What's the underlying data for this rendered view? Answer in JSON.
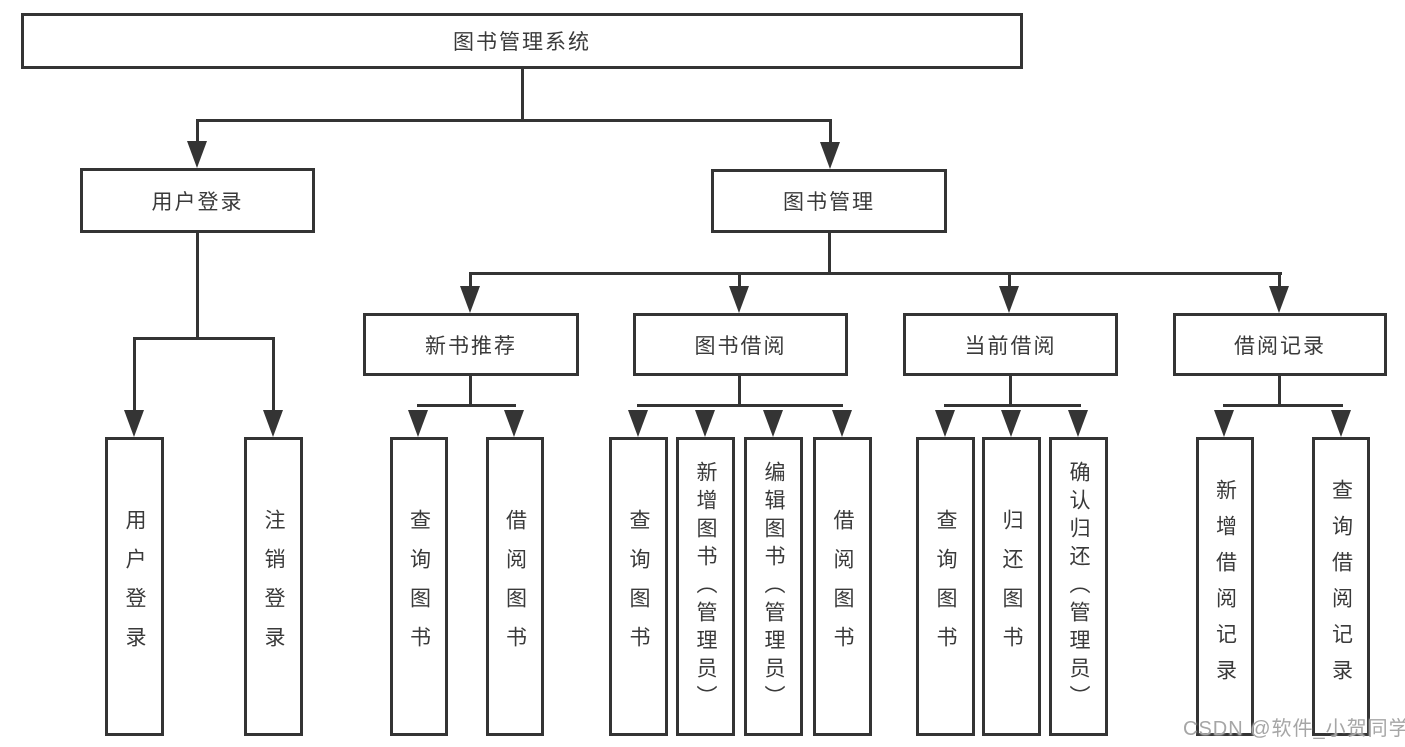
{
  "root": {
    "label": "图书管理系统"
  },
  "level2": {
    "user_login": {
      "label": "用户登录"
    },
    "book_management": {
      "label": "图书管理"
    }
  },
  "level3": {
    "new_book_recommend": {
      "label": "新书推荐"
    },
    "book_borrow": {
      "label": "图书借阅"
    },
    "current_borrow": {
      "label": "当前借阅"
    },
    "borrow_records": {
      "label": "借阅记录"
    }
  },
  "leaves": {
    "user_login": [
      "用户登录",
      "注销登录"
    ],
    "new_book_recommend": [
      "查询图书",
      "借阅图书"
    ],
    "book_borrow": [
      "查询图书",
      "新增图书（管理员）",
      "编辑图书（管理员）",
      "借阅图书"
    ],
    "current_borrow": [
      "查询图书",
      "归还图书",
      "确认归还（管理员）"
    ],
    "borrow_records": [
      "新增借阅记录",
      "查询借阅记录"
    ]
  },
  "watermark": "CSDN @软件_小贺同学",
  "colors": {
    "line": "#343434",
    "text": "#3a3a3a",
    "watermark": "#a6a6a6",
    "background": "#ffffff"
  }
}
